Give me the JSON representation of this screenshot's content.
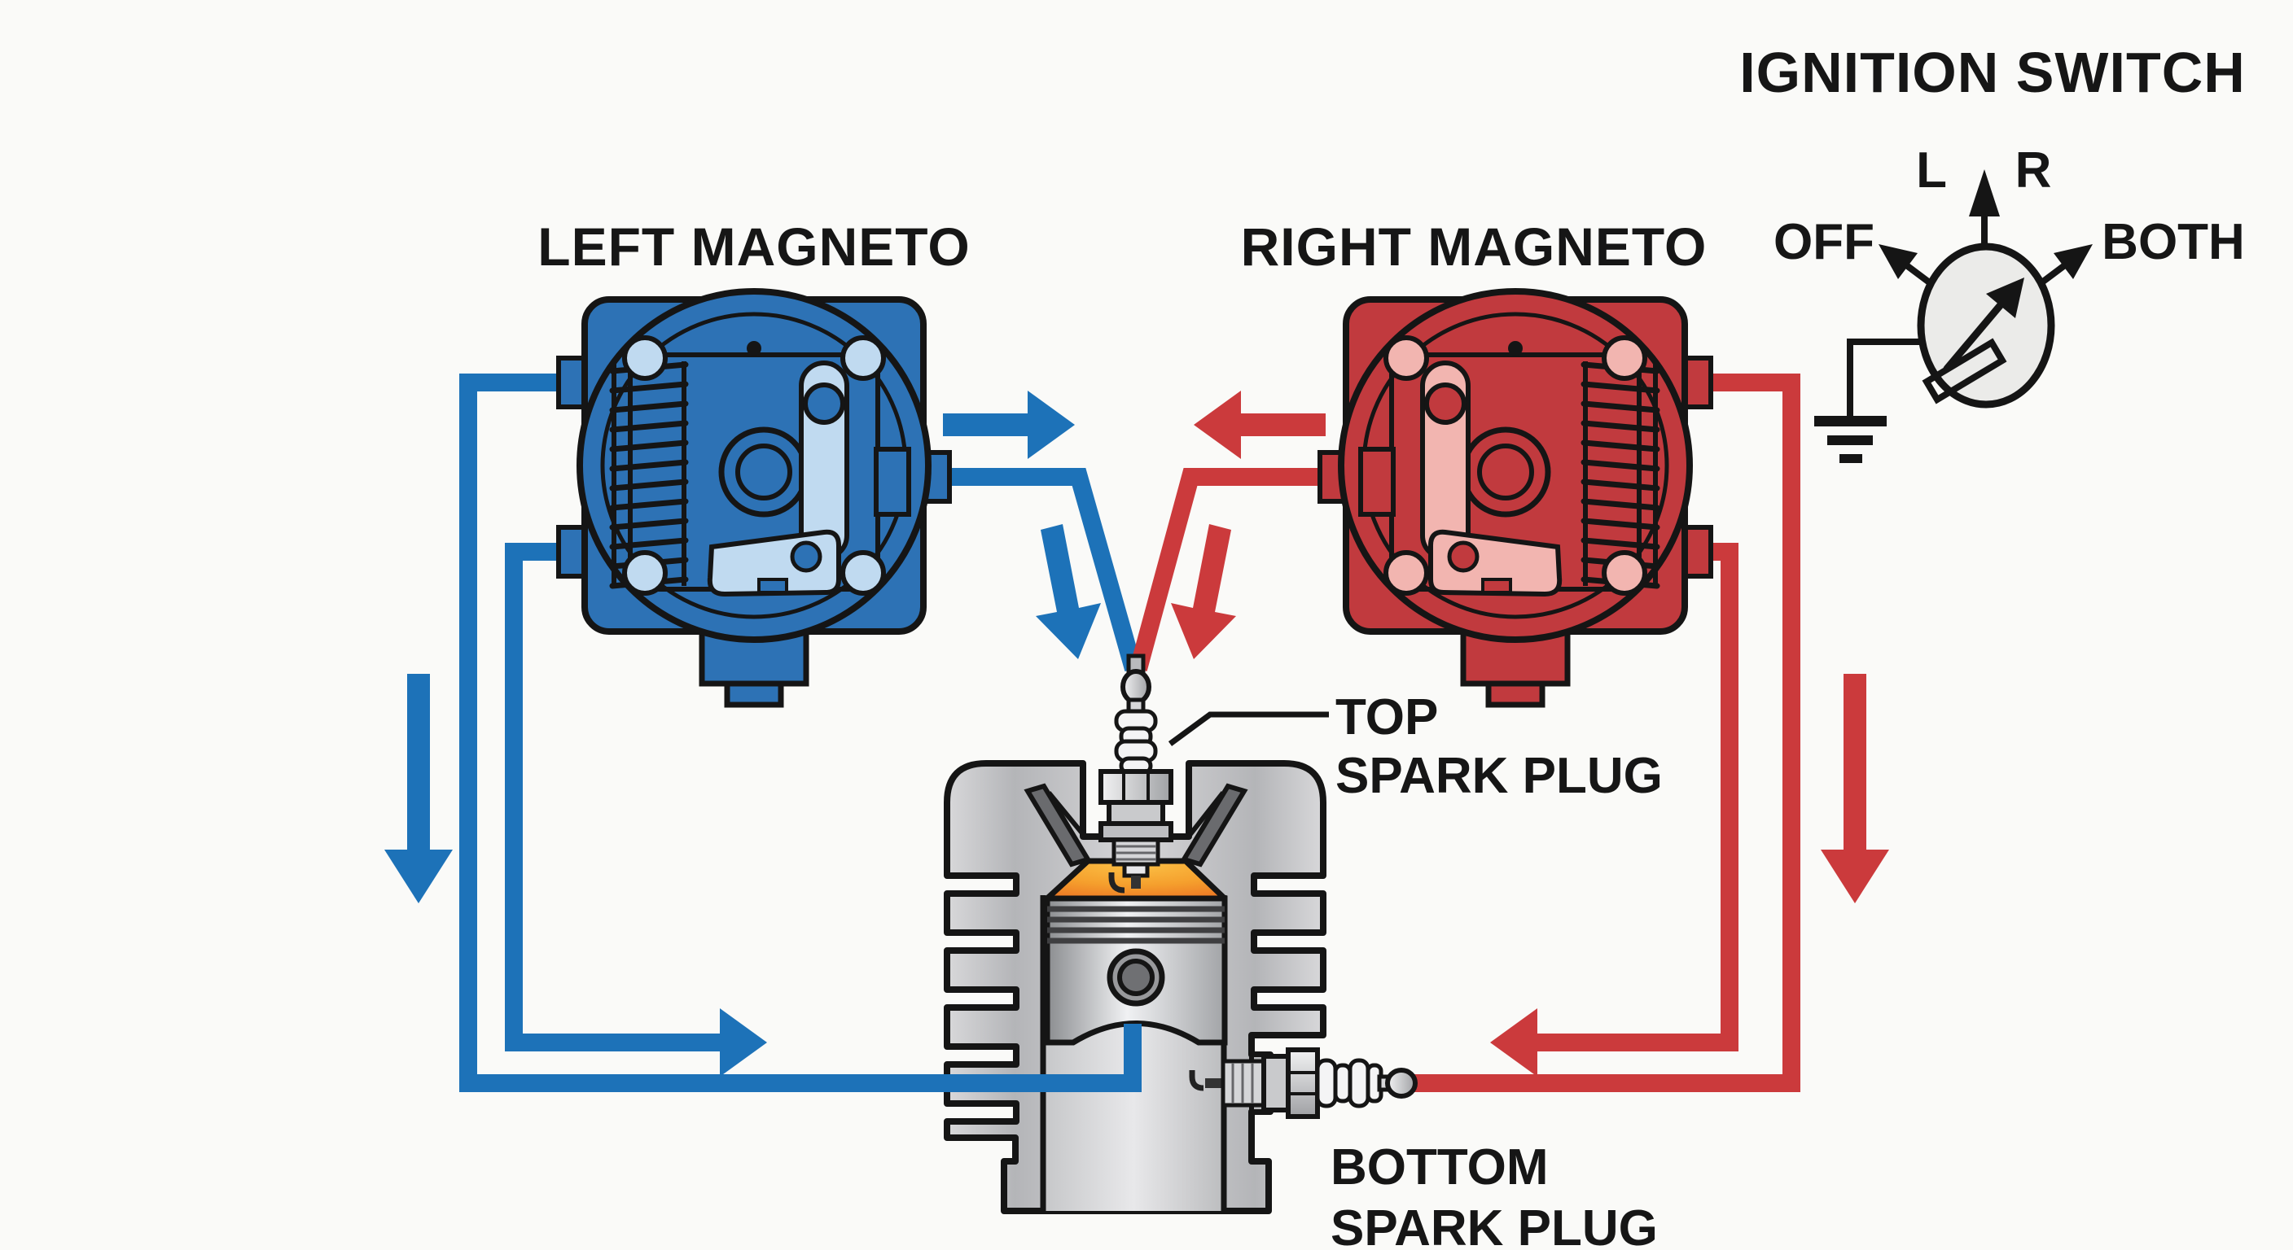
{
  "diagram_title": "Dual magneto aircraft ignition system",
  "labels": {
    "left_magneto": "LEFT MAGNETO",
    "right_magneto": "RIGHT MAGNETO",
    "ignition_switch": "IGNITION SWITCH",
    "switch_positions": {
      "left": "L",
      "right": "R",
      "off": "OFF",
      "both": "BOTH"
    },
    "top_spark_plug": {
      "line1": "TOP",
      "line2": "SPARK PLUG"
    },
    "bottom_spark_plug": {
      "line1": "BOTTOM",
      "line2": "SPARK PLUG"
    }
  },
  "palette": {
    "background": "#fafaf8",
    "ink_black": "#151515",
    "wire_blue": "#1d72b8",
    "magneto_blue_body": "#2d72b5",
    "magneto_blue_light": "#c0daf0",
    "wire_red": "#cb3a3c",
    "magneto_red_body": "#c13a3e",
    "magneto_red_light": "#f2b5b0",
    "cylinder_metal": "#c3c4c6",
    "metal_light": "#eceded",
    "metal_dark": "#9fa0a3",
    "combustion_orange": "#f6a02d",
    "combustion_orange_deep": "#ee7a25",
    "switch_face": "#ebebe9"
  }
}
